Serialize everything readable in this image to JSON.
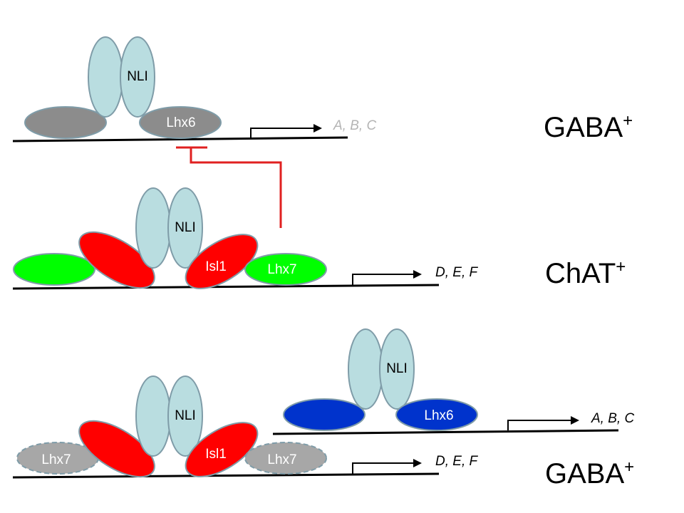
{
  "panels": {
    "top": {
      "cell_type": "GABA",
      "cell_sup": "+",
      "nli": "NLI",
      "lhx6": "Lhx6",
      "genes": "A, B, C"
    },
    "middle": {
      "cell_type": "ChAT",
      "cell_sup": "+",
      "nli": "NLI",
      "isl1": "Isl1",
      "lhx7": "Lhx7",
      "genes": "D, E, F"
    },
    "bottom": {
      "cell_type": "GABA",
      "cell_sup": "+",
      "nli_left": "NLI",
      "isl1": "Isl1",
      "lhx7_left": "Lhx7",
      "lhx7_right": "Lhx7",
      "genes_lower": "D, E, F",
      "nli_right": "NLI",
      "lhx6": "Lhx6",
      "genes_upper": "A, B, C"
    }
  },
  "colors": {
    "nli": "#b9dde0",
    "outline": "#7f9ca8",
    "grey_protein": "#8c8c8c",
    "grey_faded": "#a7a7a7",
    "red": "#ff0000",
    "green": "#00ff00",
    "blue": "#0033cc",
    "inhibition": "#e02020"
  }
}
